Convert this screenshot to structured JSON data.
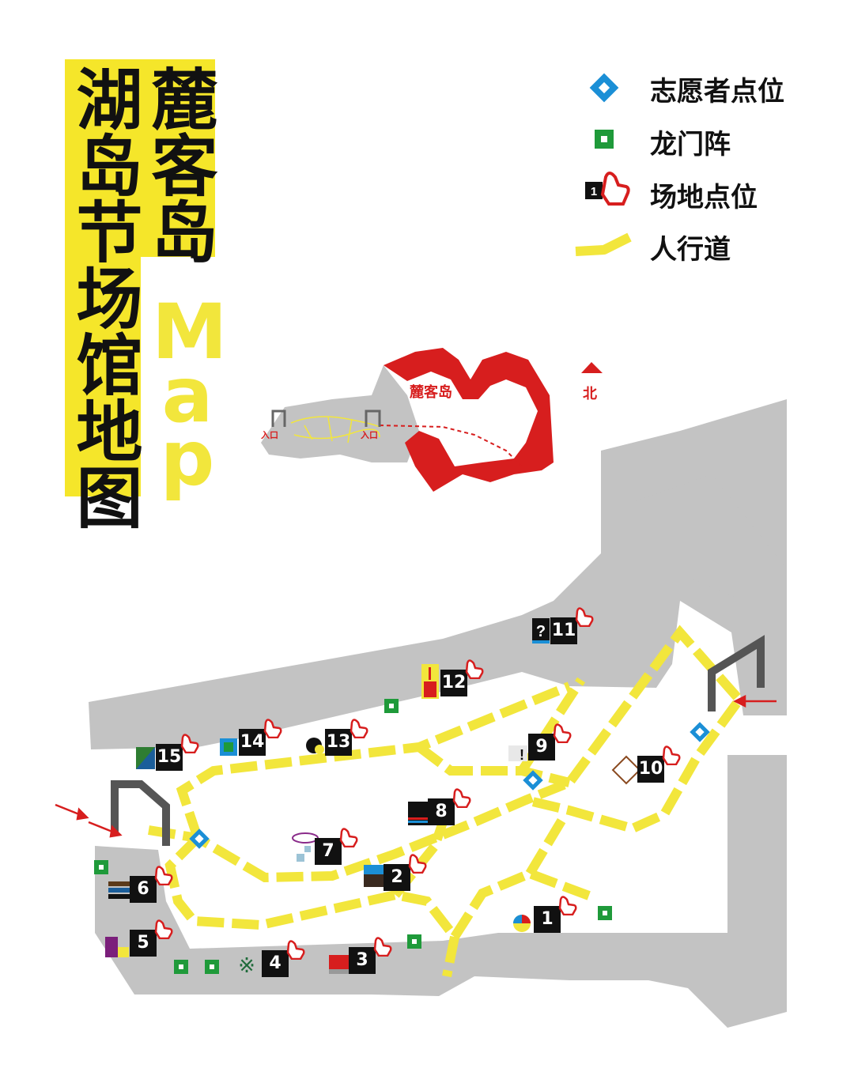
{
  "title": {
    "line1": "麓客岛",
    "line2": "湖岛节场馆地图",
    "map_word": [
      "M",
      "a",
      "p"
    ]
  },
  "legend": [
    {
      "icon": "volunteer-diamond-icon",
      "label": "志愿者点位",
      "color": "#1b8fd6"
    },
    {
      "icon": "dragon-gate-square-icon",
      "label": "龙门阵",
      "color": "#1f9a3a"
    },
    {
      "icon": "venue-hand-icon",
      "label": "场地点位",
      "color": "#d71e1e"
    },
    {
      "icon": "walkway-stroke-icon",
      "label": "人行道",
      "color": "#f2e63c"
    }
  ],
  "inset": {
    "island_label": "麓客岛",
    "north_label": "北",
    "entry_left": "入口",
    "entry_right": "入口"
  },
  "venues": [
    "1",
    "2",
    "3",
    "4",
    "5",
    "6",
    "7",
    "8",
    "9",
    "10",
    "11",
    "12",
    "13",
    "14",
    "15"
  ],
  "colors": {
    "ground": "#c3c3c3",
    "walkway": "#f2e63c",
    "accent_red": "#d71e1e",
    "volunteer_blue": "#1b8fd6",
    "gate_green": "#1f9a3a",
    "gate_frame": "#555555"
  }
}
